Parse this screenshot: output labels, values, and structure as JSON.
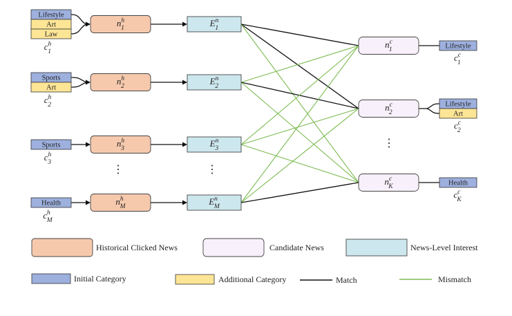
{
  "colors": {
    "initial_category": "#9db0de",
    "additional_category": "#fde596",
    "historical_clicked_news": "#f6c9ad",
    "candidate_news": "#f8f0fa",
    "news_level_interest": "#cde7ee",
    "match_line": "#111111",
    "mismatch_line": "#7dbb52"
  },
  "history": [
    {
      "categories": [
        {
          "label": "Lifestyle",
          "kind": "initial"
        },
        {
          "label": "Art",
          "kind": "additional"
        },
        {
          "label": "Law",
          "kind": "additional"
        }
      ],
      "cat_symbol": {
        "base": "c",
        "sup": "h",
        "sub": "1"
      },
      "news": {
        "base": "n",
        "sup": "h",
        "sub": "1"
      },
      "interest": {
        "base": "E",
        "sup": "n",
        "sub": "1"
      }
    },
    {
      "categories": [
        {
          "label": "Sports",
          "kind": "initial"
        },
        {
          "label": "Art",
          "kind": "additional"
        }
      ],
      "cat_symbol": {
        "base": "c",
        "sup": "h",
        "sub": "2"
      },
      "news": {
        "base": "n",
        "sup": "h",
        "sub": "2"
      },
      "interest": {
        "base": "E",
        "sup": "n",
        "sub": "2"
      }
    },
    {
      "categories": [
        {
          "label": "Sports",
          "kind": "initial"
        }
      ],
      "cat_symbol": {
        "base": "c",
        "sup": "h",
        "sub": "3"
      },
      "news": {
        "base": "n",
        "sup": "h",
        "sub": "3"
      },
      "interest": {
        "base": "E",
        "sup": "n",
        "sub": "3"
      }
    },
    {
      "categories": [
        {
          "label": "Health",
          "kind": "initial"
        }
      ],
      "cat_symbol": {
        "base": "c",
        "sup": "h",
        "sub": "M"
      },
      "news": {
        "base": "n",
        "sup": "h",
        "sub": "M"
      },
      "interest": {
        "base": "E",
        "sup": "n",
        "sub": "M"
      }
    }
  ],
  "candidates": [
    {
      "categories": [
        {
          "label": "Lifestyle",
          "kind": "initial"
        }
      ],
      "cat_symbol": {
        "base": "c",
        "sup": "c",
        "sub": "1"
      },
      "news": {
        "base": "n",
        "sup": "c",
        "sub": "1"
      }
    },
    {
      "categories": [
        {
          "label": "Lifestyle",
          "kind": "initial"
        },
        {
          "label": "Art",
          "kind": "additional"
        }
      ],
      "cat_symbol": {
        "base": "c",
        "sup": "c",
        "sub": "2"
      },
      "news": {
        "base": "n",
        "sup": "c",
        "sub": "2"
      }
    },
    {
      "categories": [
        {
          "label": "Health",
          "kind": "initial"
        }
      ],
      "cat_symbol": {
        "base": "c",
        "sup": "c",
        "sub": "K"
      },
      "news": {
        "base": "n",
        "sup": "c",
        "sub": "K"
      }
    }
  ],
  "connections": [
    {
      "from": 0,
      "to": 0,
      "type": "match"
    },
    {
      "from": 0,
      "to": 1,
      "type": "match"
    },
    {
      "from": 0,
      "to": 2,
      "type": "mismatch"
    },
    {
      "from": 1,
      "to": 0,
      "type": "mismatch"
    },
    {
      "from": 1,
      "to": 1,
      "type": "match"
    },
    {
      "from": 1,
      "to": 2,
      "type": "mismatch"
    },
    {
      "from": 2,
      "to": 0,
      "type": "mismatch"
    },
    {
      "from": 2,
      "to": 1,
      "type": "mismatch"
    },
    {
      "from": 2,
      "to": 2,
      "type": "mismatch"
    },
    {
      "from": 3,
      "to": 0,
      "type": "mismatch"
    },
    {
      "from": 3,
      "to": 1,
      "type": "mismatch"
    },
    {
      "from": 3,
      "to": 2,
      "type": "match"
    }
  ],
  "ellipsis": "⋮",
  "legend": {
    "historical_clicked_news": "Historical Clicked News",
    "candidate_news": "Candidate News",
    "news_level_interest": "News-Level Interest",
    "initial_category": "Initial Category",
    "additional_category": "Additional Category",
    "match": "Match",
    "mismatch": "Mismatch"
  }
}
